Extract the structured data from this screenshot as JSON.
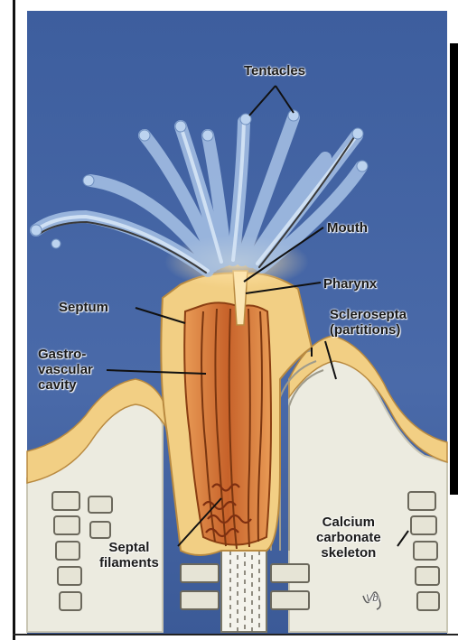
{
  "labels": {
    "tentacles": "Tentacles",
    "mouth": "Mouth",
    "pharynx": "Pharynx",
    "septum": "Septum",
    "sclerosepta_line1": "Sclerosepta",
    "sclerosepta_line2": "(partitions)",
    "gastro_line1": "Gastro-",
    "gastro_line2": "vascular",
    "gastro_line3": "cavity",
    "septal_line1": "Septal",
    "septal_line2": "filaments",
    "calcium_line1": "Calcium",
    "calcium_line2": "carbonate",
    "calcium_line3": "skeleton",
    "signature": "Vb"
  },
  "colors": {
    "water": "#3f5f9f",
    "water_light": "#6c8cc2",
    "tissue": "#f2cf84",
    "tissue_dark": "#dca85a",
    "gastro_cavity": "#c9692e",
    "skeleton": "#ecebe0",
    "tentacle": "#a9c4e6",
    "black_bar": "#000000"
  }
}
